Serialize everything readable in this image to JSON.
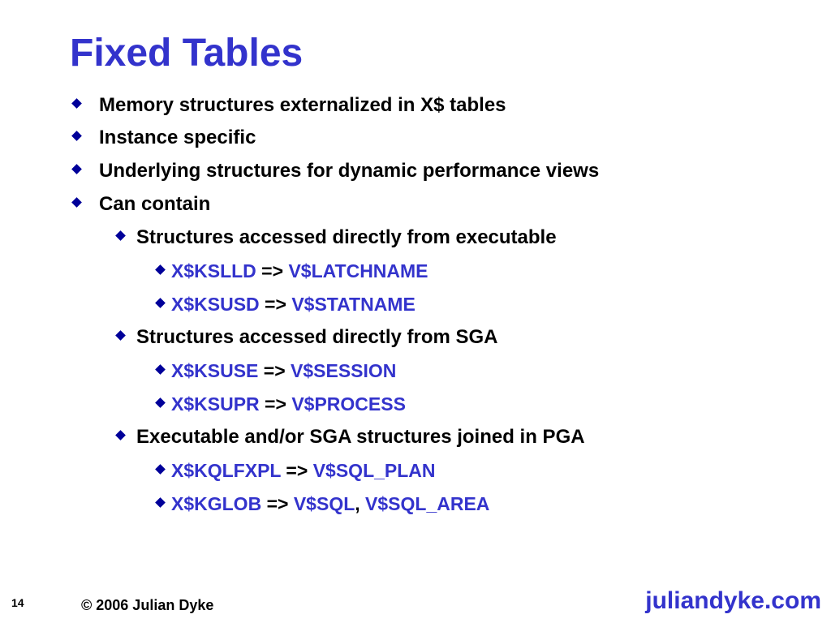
{
  "slide": {
    "title": "Fixed Tables",
    "bullets": [
      "Memory structures externalized in X$ tables",
      "Instance specific",
      "Underlying structures for dynamic performance views",
      "Can contain"
    ],
    "sub": [
      {
        "text": "Structures accessed directly from executable",
        "items": [
          {
            "x": "X$KSLLD",
            "arrow": " => ",
            "v": [
              "V$LATCHNAME"
            ]
          },
          {
            "x": "X$KSUSD",
            "arrow": " => ",
            "v": [
              "V$STATNAME"
            ]
          }
        ]
      },
      {
        "text": "Structures accessed directly from SGA",
        "items": [
          {
            "x": "X$KSUSE",
            "arrow": " => ",
            "v": [
              "V$SESSION"
            ]
          },
          {
            "x": "X$KSUPR",
            "arrow": " => ",
            "v": [
              "V$PROCESS"
            ]
          }
        ]
      },
      {
        "text": "Executable and/or SGA structures joined in PGA",
        "items": [
          {
            "x": "X$KQLFXPL",
            "arrow": " => ",
            "v": [
              "V$SQL_PLAN"
            ]
          },
          {
            "x": "X$KGLOB",
            "arrow": " => ",
            "v": [
              "V$SQL",
              "V$SQL_AREA"
            ],
            "sep": ", "
          }
        ]
      }
    ]
  },
  "footer": {
    "page_number": "14",
    "copyright": "© 2006 Julian Dyke",
    "brand": "juliandyke.com"
  },
  "colors": {
    "title": "#3333cc",
    "bullet": "#000099",
    "text": "#000000"
  }
}
